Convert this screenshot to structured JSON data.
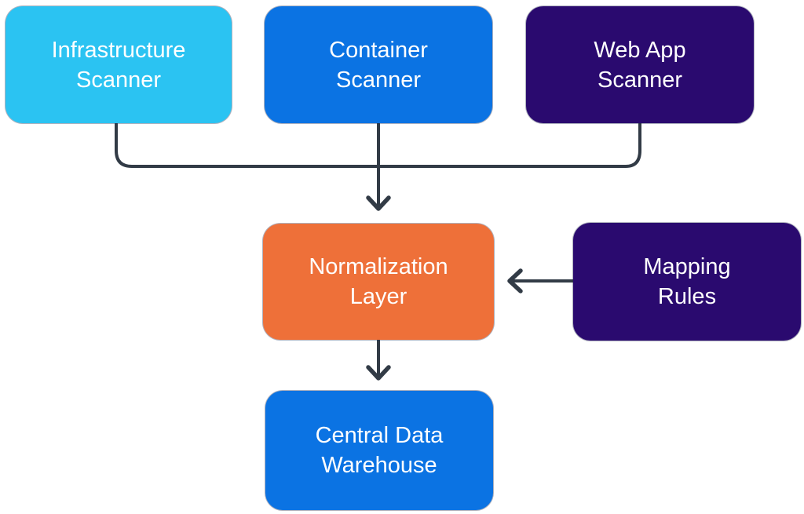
{
  "diagram": {
    "type": "flowchart",
    "nodes": {
      "infra": {
        "label": "Infrastructure\nScanner",
        "color": "#2bc3f2"
      },
      "container": {
        "label": "Container\nScanner",
        "color": "#0b73e3"
      },
      "webapp": {
        "label": "Web App\nScanner",
        "color": "#2a0a6f"
      },
      "normalization": {
        "label": "Normalization\nLayer",
        "color": "#ee7039"
      },
      "mapping": {
        "label": "Mapping\nRules",
        "color": "#2a0a6f"
      },
      "warehouse": {
        "label": "Central Data\nWarehouse",
        "color": "#0b73e3"
      }
    },
    "edges": [
      {
        "from": "infra",
        "to": "normalization",
        "style": "merged-trunk"
      },
      {
        "from": "container",
        "to": "normalization",
        "style": "merged-trunk"
      },
      {
        "from": "webapp",
        "to": "normalization",
        "style": "merged-trunk"
      },
      {
        "from": "mapping",
        "to": "normalization",
        "style": "arrow-left"
      },
      {
        "from": "normalization",
        "to": "warehouse",
        "style": "arrow-down"
      }
    ],
    "colors": {
      "line": "#323b46",
      "text": "#ffffff",
      "background": "#ffffff"
    }
  }
}
